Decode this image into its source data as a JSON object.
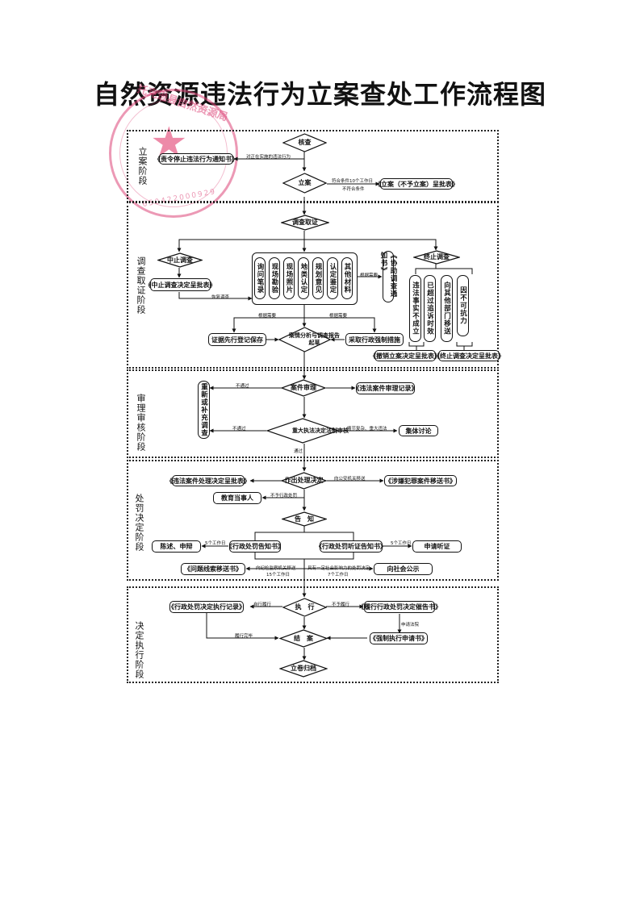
{
  "title": "自然资源违法行为立案查处工作流程图",
  "stamp": {
    "text": "托克逊县自然资源局",
    "number": "650422000929"
  },
  "stages": [
    {
      "label": "立案阶段"
    },
    {
      "label": "调查取证阶段"
    },
    {
      "label": "审理审核阶段"
    },
    {
      "label": "处罚决定阶段"
    },
    {
      "label": "决定执行阶段"
    }
  ],
  "filing": {
    "check": "核查",
    "file": "立案",
    "order_stop": "《责令停止违法行为通知书》",
    "order_stop_condition": "对正在实施的违法行为",
    "file_condition_yes": "符合条件10个工作日",
    "file_condition_no": "不符合条件",
    "file_form": "《立案（不予立案）呈批表》"
  },
  "investigation": {
    "investigate": "调查取证",
    "suspend": "中止调查",
    "suspend_form": "《中止调查决定呈批表》",
    "resume": "恢复调查",
    "evidence": [
      "询问笔录",
      "现场勘验",
      "现场照片",
      "地类认定",
      "规划意见",
      "认定鉴定",
      "其他材料"
    ],
    "as_needed_1": "根据需要",
    "assist_notice": "《协助调查通知书》",
    "terminate": "终止调查",
    "terminate_reasons": [
      "违法事实不成立",
      "已超过追诉时效",
      "向其他部门移送",
      "因不可抗力"
    ],
    "revoke_form": "《撤销立案决定呈批表》",
    "terminate_form": "《终止调查决定呈批表》",
    "as_needed_2": "根据需要",
    "as_needed_3": "根据需要",
    "preserve": "证据先行登记保存",
    "analysis": "案情分析与调查报告起草",
    "enforce": "采取行政强制措施"
  },
  "review": {
    "trial": "案件审理",
    "trial_record": "《违法案件审理记录》",
    "reinvestigate": "重新或补充调查",
    "fail_1": "不通过",
    "fail_2": "不通过",
    "legal_review": "重大执法决定法制审核",
    "complex": "情节复杂、重大违法",
    "collective": "集体讨论",
    "pass": "通过"
  },
  "penalty": {
    "decision": "作出处理决定",
    "decision_form": "《违法案件处理决定呈批表》",
    "to_police": "向公安机关移送",
    "transfer_form": "《涉嫌犯罪案件移送书》",
    "no_penalty": "不予行政处罚",
    "educate": "教育当事人",
    "notify": "告　知",
    "penalty_notice": "《行政处罚告知书》",
    "hearing_notice": "《行政处罚听证告知书》",
    "days5_a": "5个工作日",
    "days5_b": "5个工作日",
    "defense": "陈述、申辩",
    "hearing": "申请听证",
    "to_discipline": "向纪检监察机关移送",
    "days15": "15个工作日",
    "clue_form": "《问题线索移送书》",
    "public_cond": "具有一定社会影响力的处罚决定",
    "days7": "7个工作日",
    "publicize": "向社会公示"
  },
  "execution": {
    "execute": "执　行",
    "self_exec": "自行履行",
    "exec_record": "《行政处罚决定执行记录》",
    "not_exec": "不予履行",
    "urge_form": "《履行行政处罚决定催告书》",
    "apply_court": "申请法院",
    "force_form": "《强制执行申请书》",
    "done": "履行完毕",
    "close": "结　案",
    "archive": "立卷归档"
  }
}
